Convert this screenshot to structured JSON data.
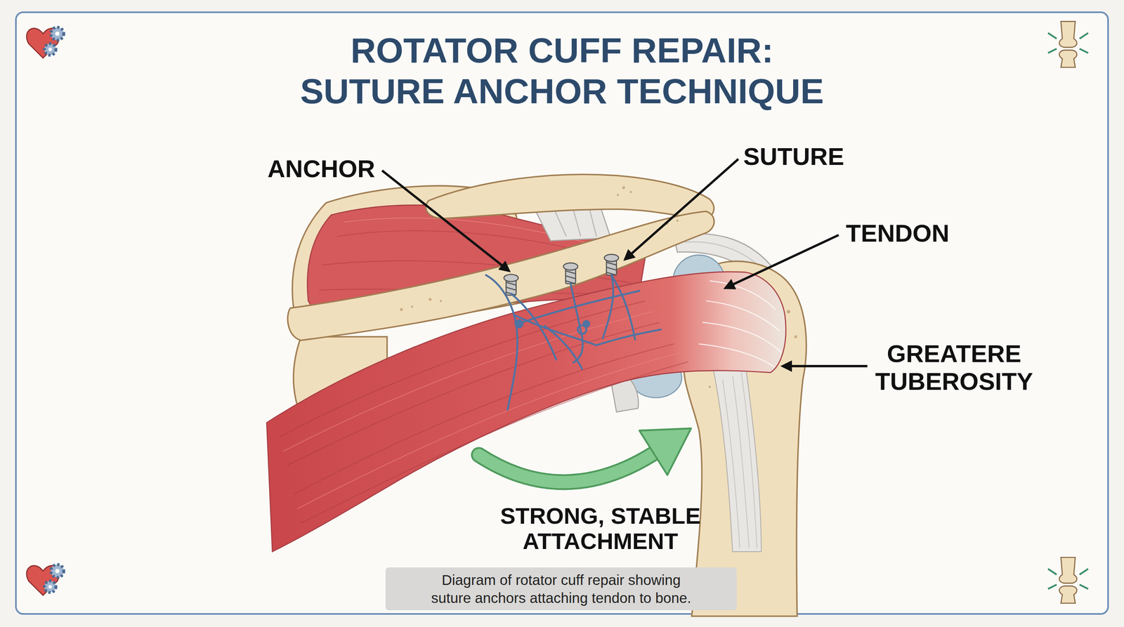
{
  "diagram": {
    "title": "ROTATOR CUFF REPAIR: SUTURE ANCHOR TECHNIQUE",
    "caption": "Diagram of rotator cuff repair showing suture anchors attaching tendon to bone.",
    "labels": [
      "ANCHOR",
      "SUTURE",
      "TENDON",
      "GREATERE TUBEROSITY",
      "STRONG, STABLE ATTACHMENT"
    ]
  }
}
